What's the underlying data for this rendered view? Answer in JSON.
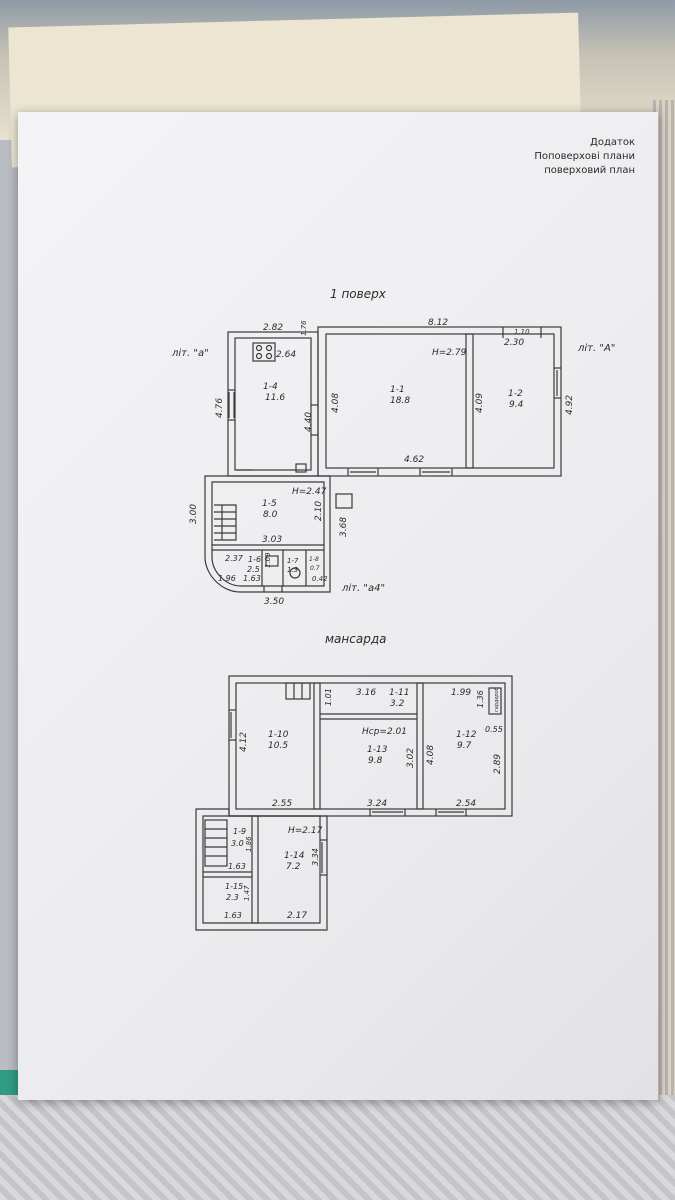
{
  "header": {
    "line1": "Додаток",
    "line2": "Поповерхові плани",
    "line3": "поверховий план"
  },
  "floor1": {
    "title": "1 поверх",
    "lit_a": "літ. \"а\"",
    "lit_A": "літ. \"А\"",
    "lit_a4": "літ. \"а4\"",
    "dims": {
      "d282": "2.82",
      "d176": "1.76",
      "d812": "8.12",
      "d110": "1.10",
      "d230": "2.30",
      "d264": "2.64",
      "d279": "H=2.79",
      "d476": "4.76",
      "d440": "4.40",
      "d408": "4.08",
      "d409": "4.09",
      "d492": "4.92",
      "d462": "4.62",
      "d247": "H=2.47",
      "d300": "3.00",
      "d210": "2.10",
      "d368": "3.68",
      "d303": "3.03",
      "d237": "2.37",
      "d109": "1.09",
      "d196": "1.96",
      "d163a": "1.63",
      "d042": "0.42",
      "d350": "3.50"
    },
    "rooms": {
      "r14_id": "1-4",
      "r14_area": "11.6",
      "r11_id": "1-1",
      "r11_area": "18.8",
      "r12_id": "1-2",
      "r12_area": "9.4",
      "r15_id": "1-5",
      "r15_area": "8.0",
      "r16_id": "1-6",
      "r16_area": "2.5",
      "r17_id": "1-7",
      "r17_area": "1.3",
      "r18_id": "1-8",
      "r18_area": "0.7"
    }
  },
  "attic": {
    "title": "мансарда",
    "dims": {
      "d316": "3.16",
      "d101": "1.01",
      "d199": "1.99",
      "d136": "1.36",
      "d412": "4.12",
      "hcp": "Hcp=2.01",
      "d408": "4.08",
      "d302": "3.02",
      "d055": "0.55",
      "d289": "2.89",
      "d255": "2.55",
      "d324": "3.24",
      "d254": "2.54",
      "d217h": "H=2.17",
      "d186": "1.86",
      "d163b": "1.63",
      "d147": "1.47",
      "d334": "3.34",
      "d163c": "1.63",
      "d217": "2.17",
      "tag": "гардероб"
    },
    "rooms": {
      "r110_id": "1-10",
      "r110_area": "10.5",
      "r111_id": "1-11",
      "r111_area": "3.2",
      "r112_id": "1-12",
      "r112_area": "9.7",
      "r113_id": "1-13",
      "r113_area": "9.8",
      "r19_id": "1-9",
      "r19_area": "3.0",
      "r114_id": "1-14",
      "r114_area": "7.2",
      "r115_id": "1-15",
      "r115_area": "2.3"
    }
  },
  "colors": {
    "line": "#3a3a3a",
    "paper": "#f1f1f4"
  }
}
